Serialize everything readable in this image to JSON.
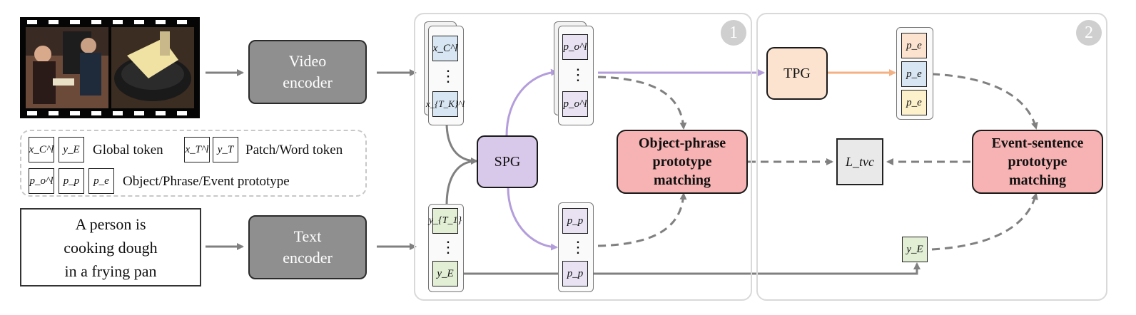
{
  "video_encoder": {
    "line1": "Video",
    "line2": "encoder"
  },
  "text_encoder": {
    "line1": "Text",
    "line2": "encoder"
  },
  "caption": {
    "line1": "A person is",
    "line2": "cooking dough",
    "line3": "in a frying pan"
  },
  "legend": {
    "global_label": "Global token",
    "patch_label": "Patch/Word token",
    "proto_label": "Object/Phrase/Event prototype"
  },
  "modules": {
    "spg": "SPG",
    "tpg": "TPG",
    "object_matching": {
      "line1": "Object-phrase",
      "line2": "prototype",
      "line3": "matching"
    },
    "event_matching": {
      "line1": "Event-sentence",
      "line2": "prototype",
      "line3": "matching"
    }
  },
  "badges": {
    "one": "1",
    "two": "2"
  },
  "tokens": {
    "x_global": "x_C^l",
    "x_patch_last": "x_{T_K}^l",
    "x_patch": "x_T^l",
    "y_global": "y_E",
    "y_word": "y_T",
    "y_word_first": "y_{T_1}",
    "p_object": "p_o^l",
    "p_phrase": "p_p",
    "p_event": "p_e",
    "loss": "L_tvc",
    "dots": "⋮"
  },
  "colors": {
    "video_token_fill": "#d8e6f3",
    "text_token_fill": "#e2efd5",
    "object_proto_fill": "#e8e2f3",
    "spg_fill": "#d8c8ea",
    "tpg_fill": "#fbe3d0",
    "matching_fill": "#f7b3b3",
    "event_fill_1": "#fbe3d0",
    "event_fill_2": "#d8e6f3",
    "event_fill_3": "#fdf1cc",
    "purple_arrow": "#b39ddb",
    "orange_arrow": "#f4b183",
    "gray_arrow": "#808080"
  }
}
